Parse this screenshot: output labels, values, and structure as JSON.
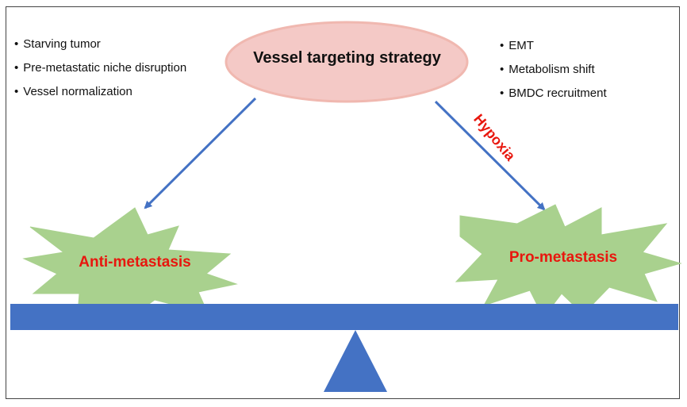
{
  "center": {
    "title": "Vessel targeting strategy"
  },
  "left_bullets": [
    "Starving tumor",
    "Pre-metastatic niche disruption",
    "Vessel normalization"
  ],
  "right_bullets": [
    "EMT",
    "Metabolism shift",
    "BMDC recruitment"
  ],
  "left_outcome": "Anti-metastasis",
  "right_outcome": "Pro-metastasis",
  "arrow_label": "Hypoxia",
  "colors": {
    "oval_fill": "#f4c9c6",
    "oval_stroke": "#f0b8b0",
    "burst_fill": "#a9d18e",
    "beam_fill": "#4472c4",
    "arrow": "#4472c4",
    "outcome_text": "#e8170e"
  }
}
